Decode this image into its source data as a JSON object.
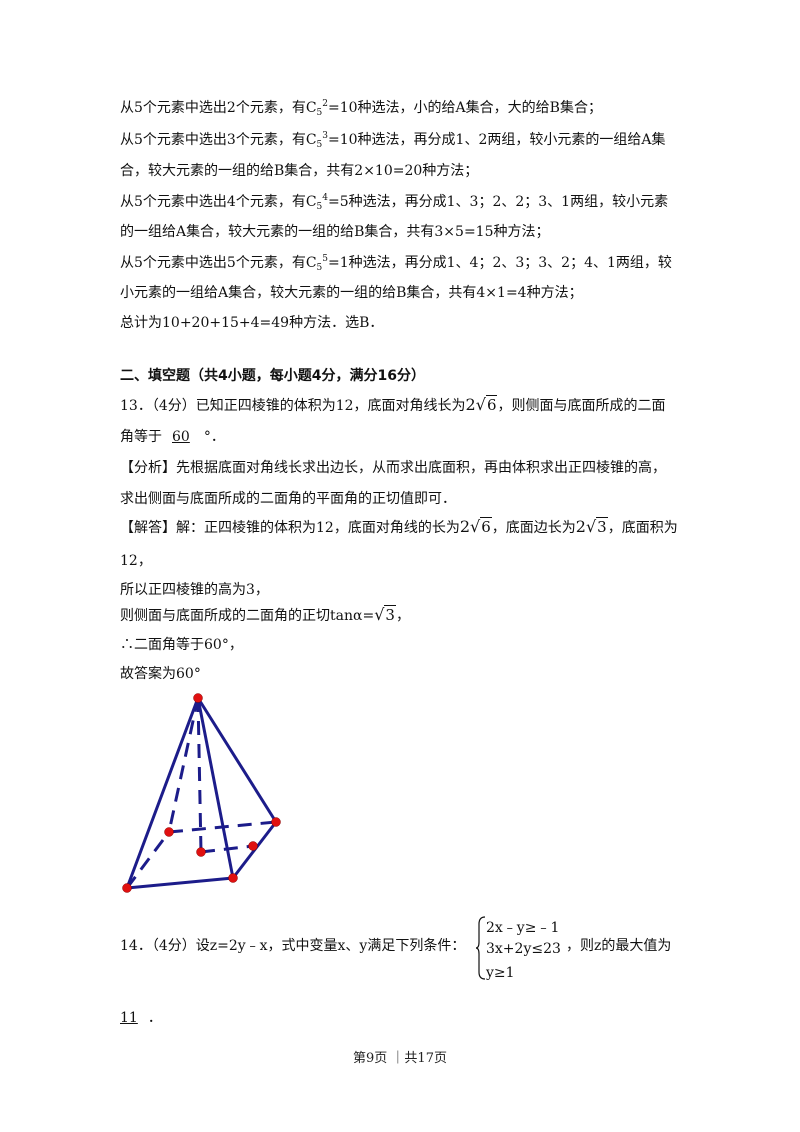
{
  "lines": {
    "l1": "从5个元素中选出2个元素，有C",
    "l1_sub": "5",
    "l1_sup": "2",
    "l1_b": "=10种选法，小的给A集合，大的给B集合；",
    "l2": "从5个元素中选出3个元素，有C",
    "l2_sub": "5",
    "l2_sup": "3",
    "l2_b": "=10种选法，再分成1、2两组，较小元素的一组给A集",
    "l3": "合，较大元素的一组的给B集合，共有2×10=20种方法；",
    "l4": "从5个元素中选出4个元素，有C",
    "l4_sub": "5",
    "l4_sup": "4",
    "l4_b": "=5种选法，再分成1、3；2、2；3、1两组，较小元素",
    "l5": "的一组给A集合，较大元素的一组的给B集合，共有3×5=15种方法；",
    "l6": "从5个元素中选出5个元素，有C",
    "l6_sub": "5",
    "l6_sup": "5",
    "l6_b": "=1种选法，再分成1、4；2、3；3、2；4、1两组，较",
    "l7": "小元素的一组给A集合，较大元素的一组的给B集合，共有4×1=4种方法；",
    "l8": "总计为10+20+15+4=49种方法．选B．"
  },
  "section2": {
    "title": "二、填空题（共4小题，每小题4分，满分16分）"
  },
  "q13": {
    "stem_a": "13．（4分）已知正四棱锥的体积为12，底面对角线长为",
    "rad_a_coef": "2",
    "rad_a_val": "6",
    "stem_b": "，则侧面与底面所成的二面",
    "stem_c": "角等于",
    "answer": "60",
    "stem_d": "°．",
    "analysis_a": "【分析】先根据底面对角线长求出边长，从而求出底面积，再由体积求出正四棱锥的高，",
    "analysis_b": "求出侧面与底面所成的二面角的平面角的正切值即可．",
    "sol_a": "【解答】解：正四棱锥的体积为12，底面对角线的长为",
    "sol_rad1_coef": "2",
    "sol_rad1_val": "6",
    "sol_b": "，底面边长为",
    "sol_rad2_coef": "2",
    "sol_rad2_val": "3",
    "sol_c": "，底面积为",
    "sol_d": "12，",
    "sol_e": "所以正四棱锥的高为3，",
    "sol_f": "则侧面与底面所成的二面角的正切tanα=",
    "sol_f_rad": "3",
    "sol_f_end": "，",
    "sol_g": "∴二面角等于60°，",
    "sol_h": "故答案为60°"
  },
  "q14": {
    "stem_a": "14．（4分）设z=2y﹣x，式中变量x、y满足下列条件：",
    "sys1": "2x﹣y≥﹣1",
    "sys2": "3x+2y≤23",
    "sys3": "y≥1",
    "stem_b": "，则z的最大值为",
    "answer": "11",
    "stem_c": "．"
  },
  "footer": {
    "text": "第9页 ｜共17页"
  }
}
